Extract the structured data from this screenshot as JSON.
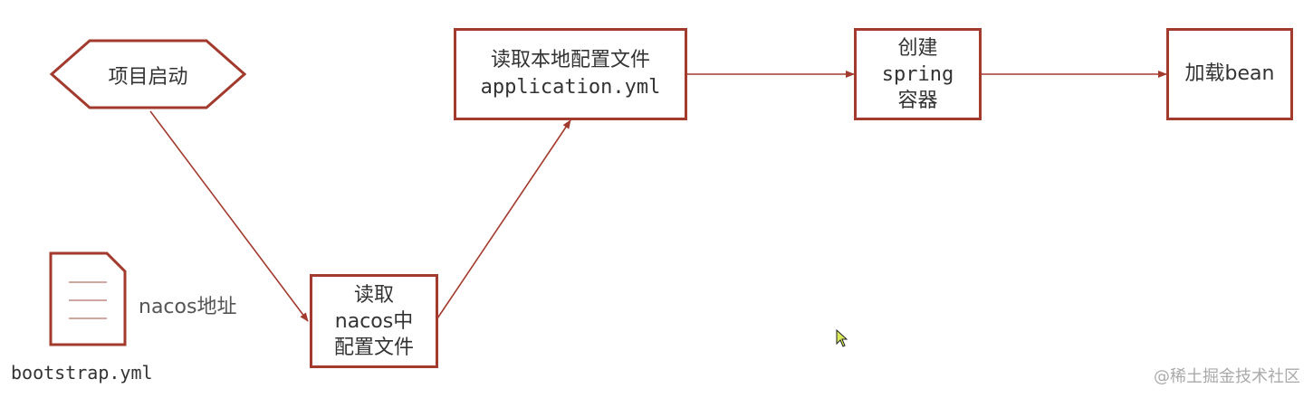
{
  "nodes": {
    "start": "项目启动",
    "read_local": [
      "读取本地配置文件",
      "application.yml"
    ],
    "create_container": [
      "创建",
      "spring",
      "容器"
    ],
    "load_bean": "加载bean",
    "read_nacos": [
      "读取",
      "nacos中",
      "配置文件"
    ]
  },
  "file": {
    "label": "nacos地址",
    "filename": "bootstrap.yml"
  },
  "watermark": "@稀土掘金技术社区",
  "colors": {
    "stroke": "#a33a2e",
    "text": "#333333"
  }
}
